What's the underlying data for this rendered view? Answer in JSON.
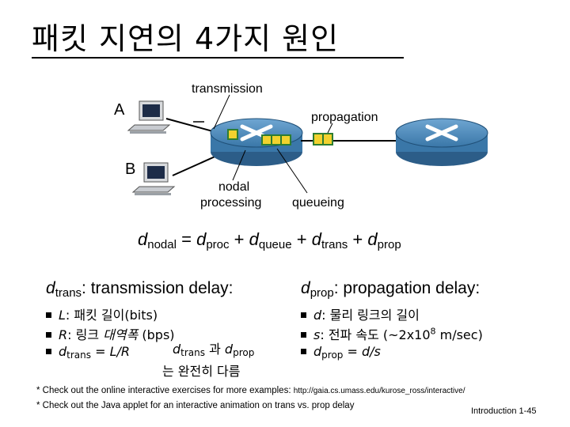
{
  "title": "패킷 지연의 4가지 원인",
  "diagram": {
    "label_transmission": "transmission",
    "label_propagation": "propagation",
    "label_nodal": "nodal",
    "label_processing": "processing",
    "label_queueing": "queueing",
    "host_a": "A",
    "host_b": "B"
  },
  "equation": {
    "lhs": "d",
    "lhs_sub": "nodal",
    "t1": "d",
    "t1_sub": "proc",
    "t2": "d",
    "t2_sub": "queue",
    "t3": "d",
    "t3_sub": "trans",
    "t4": "d",
    "t4_sub": "prop",
    "eq_sign": "=",
    "plus": "+"
  },
  "left": {
    "heading_d": "d",
    "heading_sub": "trans",
    "heading_text": ": transmission delay:",
    "b1_var": "L",
    "b1_text": ": 패킷 길이(bits)",
    "b2_var": "R",
    "b2_text": ": 링크 ",
    "b2_italic": "대역폭",
    " b2_tail": "",
    "b2_tail": " (bps)",
    "b3_d": "d",
    "b3_sub": "trans",
    "b3_text": " = L/R",
    "cmp_d1": "d",
    "cmp_sub1": "trans",
    "cmp_mid": " 과 ",
    "cmp_d2": "d",
    "cmp_sub2": "prop",
    "cmp_line2": "는 완전히 다름"
  },
  "right": {
    "heading_d": "d",
    "heading_sub": "prop",
    "heading_text": ": propagation delay:",
    "b1_var": "d",
    "b1_text": ": 물리 링크의 길이",
    "b2_var": "s",
    "b2_text": ": 전파 속도 (~2x10",
    "b2_sup": "8",
    "b2_tail": " m/sec)",
    "b3_d": "d",
    "b3_sub": "prop",
    "b3_text": " = d/s"
  },
  "notes": {
    "n1_text": "* Check out the online interactive exercises for more examples: ",
    "n1_url": "http://gaia.cs.umass.edu/kurose_ross/interactive/",
    "n2_text": "* Check out the Java applet for an interactive animation on trans vs. prop delay"
  },
  "footer": "Introduction 1-45",
  "colors": {
    "router": "#3e7fb0",
    "router_dark": "#1f4f77",
    "packet": "#f2d22e",
    "packet_edge": "#2e7d32"
  },
  "icons": [
    "computer-icon",
    "router-icon",
    "packet-icon"
  ]
}
